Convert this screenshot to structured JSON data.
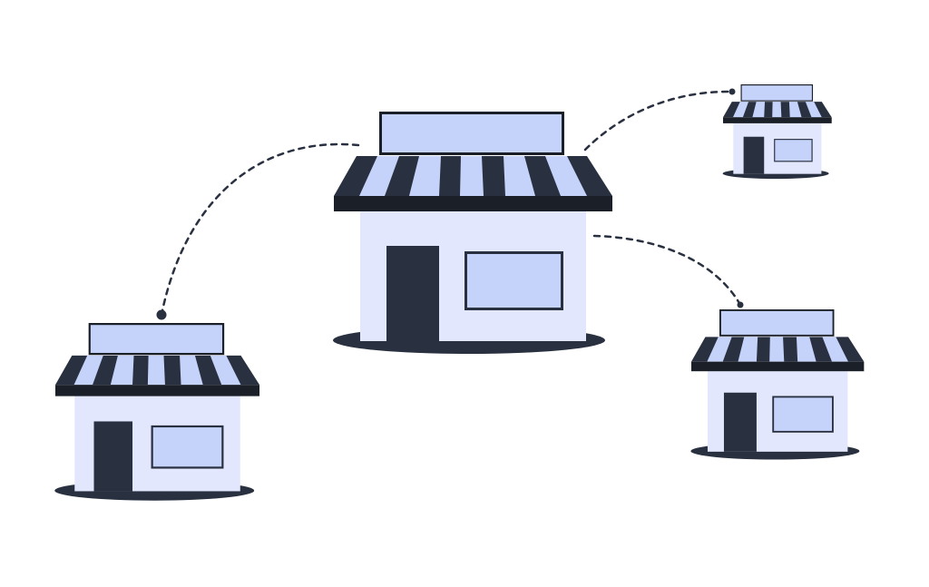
{
  "illustration": {
    "subject": "store-network",
    "stores": [
      {
        "id": "central-store"
      },
      {
        "id": "left-store"
      },
      {
        "id": "top-right-store"
      },
      {
        "id": "bottom-right-store"
      }
    ],
    "colors": {
      "dark": "#293040",
      "awning_band": "#1b1f27",
      "light_stripe": "#c5d3fa",
      "wall": "#e2e7fd",
      "window": "#c5d3fa",
      "connector": "#293040"
    }
  }
}
